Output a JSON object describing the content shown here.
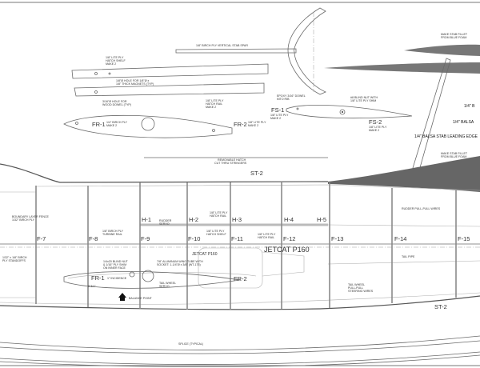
{
  "parts": {
    "vertical_stab_spar": "1/8\" BIRCH PLY VERTICAL STAB SPAR",
    "hatch_shelf": [
      "1/8\" LITE PLY",
      "HATCH SHELF",
      "MAKE 2"
    ],
    "magnet_hole": [
      "1/8\"Ø HOLE FOR 1/8\"Ø x",
      "1/8\" THICK MAGNETS (TYP)"
    ],
    "dowel_hole": [
      "3/16\"Ø HOLE FOR",
      "WOOD DOWEL (TYP)"
    ],
    "hatch_rail": [
      "1/8\" LITE PLY",
      "HATCH RAIL",
      "MAKE 2"
    ],
    "fr1": "FR-1",
    "fr1_note": [
      "1/4\" BIRCH PLY",
      "MAKE 2"
    ],
    "fr2": "FR-2",
    "fr2_note": [
      "1/8\" LITE PLY",
      "MAKE 2"
    ],
    "fs1": "FS-1",
    "fs1_note": [
      "1/8\" LITE PLY",
      "MAKE 2"
    ],
    "fs2": "FS-2",
    "fs2_note": [
      "1/8\" LITE PLY",
      "MAKE 2"
    ],
    "epoxy_dowel": [
      "EPOXY 3/16\" DOWEL",
      "INTO RIB"
    ],
    "blind_nut": [
      "#8 BLIND NUT WITH",
      "1/8\" LITE PLY SHIM"
    ],
    "stab_fillet_top": [
      "MAKE STAB FILLET",
      "FROM BLUE FOAM"
    ],
    "stab_fillet_bottom": [
      "MAKE STAB FILLET",
      "FROM BLUE FOAM"
    ],
    "balsa_1": "1/4\" B",
    "balsa_2": "1/4\" BALSA",
    "stab_leading_edge": "1/4\" BALSA STAB LEADING EDGE"
  },
  "fuselage": {
    "removable_hatch": [
      "REMOVABLE HATCH",
      "CUT THRU STRINGERS"
    ],
    "stringer_top": "ST-2",
    "stringer_bottom": "ST-2",
    "formers": [
      "F-7",
      "F-8",
      "F-9",
      "F-10",
      "F-11",
      "F-12",
      "F-13",
      "F-14",
      "F-15"
    ],
    "hatch_parts": [
      "H-1",
      "H-2",
      "H-3",
      "H-4",
      "H-5"
    ],
    "boundary_layer_fence": [
      "BOUNDARY LAYER FENCE",
      "1/32\" BIRCH PLY"
    ],
    "standoffs": [
      "1/32\" x 1/8\" BIRCH",
      "PLY STANDOFFS"
    ],
    "turbine_rail": [
      "1/8\" BIRCH PLY",
      "TURBINE RAIL"
    ],
    "rudder_servo": [
      "RUDDER",
      "SERVO"
    ],
    "hatch_rail": [
      "1/8\" LITE PLY",
      "HATCH RAIL"
    ],
    "hatch_shelf": [
      "1/8\" LITE PLY",
      "HATCH SHELF"
    ],
    "hatch_rail_2": [
      "1/8\" LITE PLY",
      "HATCH RAIL"
    ],
    "engine_small": "JETCAT P160",
    "engine_large": "JETCAT P160",
    "blind_nut_note": [
      "1/4x20 BLIND NUT",
      "& 1/16\" PLY SHIM",
      "ON INNER FACE"
    ],
    "wing_tube": [
      "7/8\" ALUMINUM WING TUBE WITH",
      "SOCKET: 1-1/4\"Ø x 3/8\" (WT-175)"
    ],
    "fr1": "FR-1",
    "incidence": "1° INCIDENCE",
    "fr2": "FR-2",
    "tail_wheel_servo": [
      "TAIL WHEEL",
      "SERVO"
    ],
    "dimension": "8-3/4\"",
    "balance_point": "BALANCE POINT",
    "rudder_wires": "RUDDER PULL-PULL WIRES",
    "tail_pipe": "TAIL PIPE",
    "tail_wheel_wires": [
      "TAIL WHEEL",
      "PULL-PULL",
      "STEERING WIRES"
    ],
    "splice": "SPLICE (TYPICAL)"
  }
}
